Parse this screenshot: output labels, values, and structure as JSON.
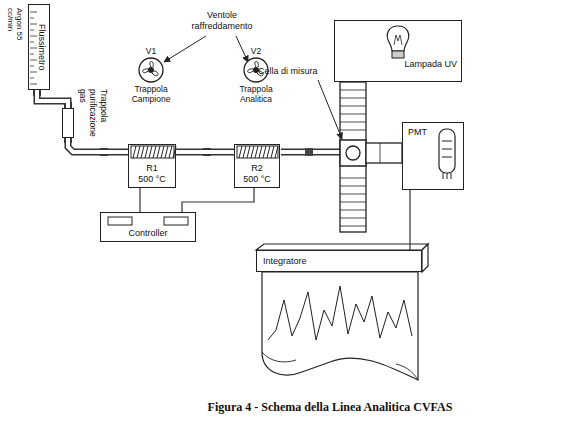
{
  "diagram": {
    "caption": "Figura 4 - Schema della Linea Analitica CVFAS",
    "nodes": [
      {
        "text": [
          "Flussimetro"
        ]
      },
      {
        "text": [
          "Trappola purificazione gas"
        ]
      },
      {
        "text": [
          "V1",
          "Trappola Campione"
        ]
      },
      {
        "text": [
          "V2",
          "Trappola Analitica"
        ]
      },
      {
        "text": [
          "R1",
          "500 °C"
        ]
      },
      {
        "text": [
          "R2",
          "500 °C"
        ]
      },
      {
        "text": [
          "Controller"
        ]
      },
      {
        "text": [
          "Lampada UV"
        ]
      },
      {
        "text": [
          "PMT"
        ]
      },
      {
        "text": [
          "Integratore"
        ]
      }
    ],
    "edges": [
      {
        "from": 0,
        "to": 1,
        "arrow": "none"
      },
      {
        "from": 1,
        "to": 4,
        "arrow": "none"
      },
      {
        "from": 4,
        "to": 5,
        "arrow": "none"
      },
      {
        "from": 6,
        "to": 4,
        "arrow": "none"
      },
      {
        "from": 6,
        "to": 5,
        "arrow": "none"
      },
      {
        "from": 8,
        "to": 9,
        "arrow": "none"
      }
    ],
    "labels": [
      "Argon 55 cc/min",
      "Ventole raffreddamento",
      "Cella di misura"
    ]
  }
}
